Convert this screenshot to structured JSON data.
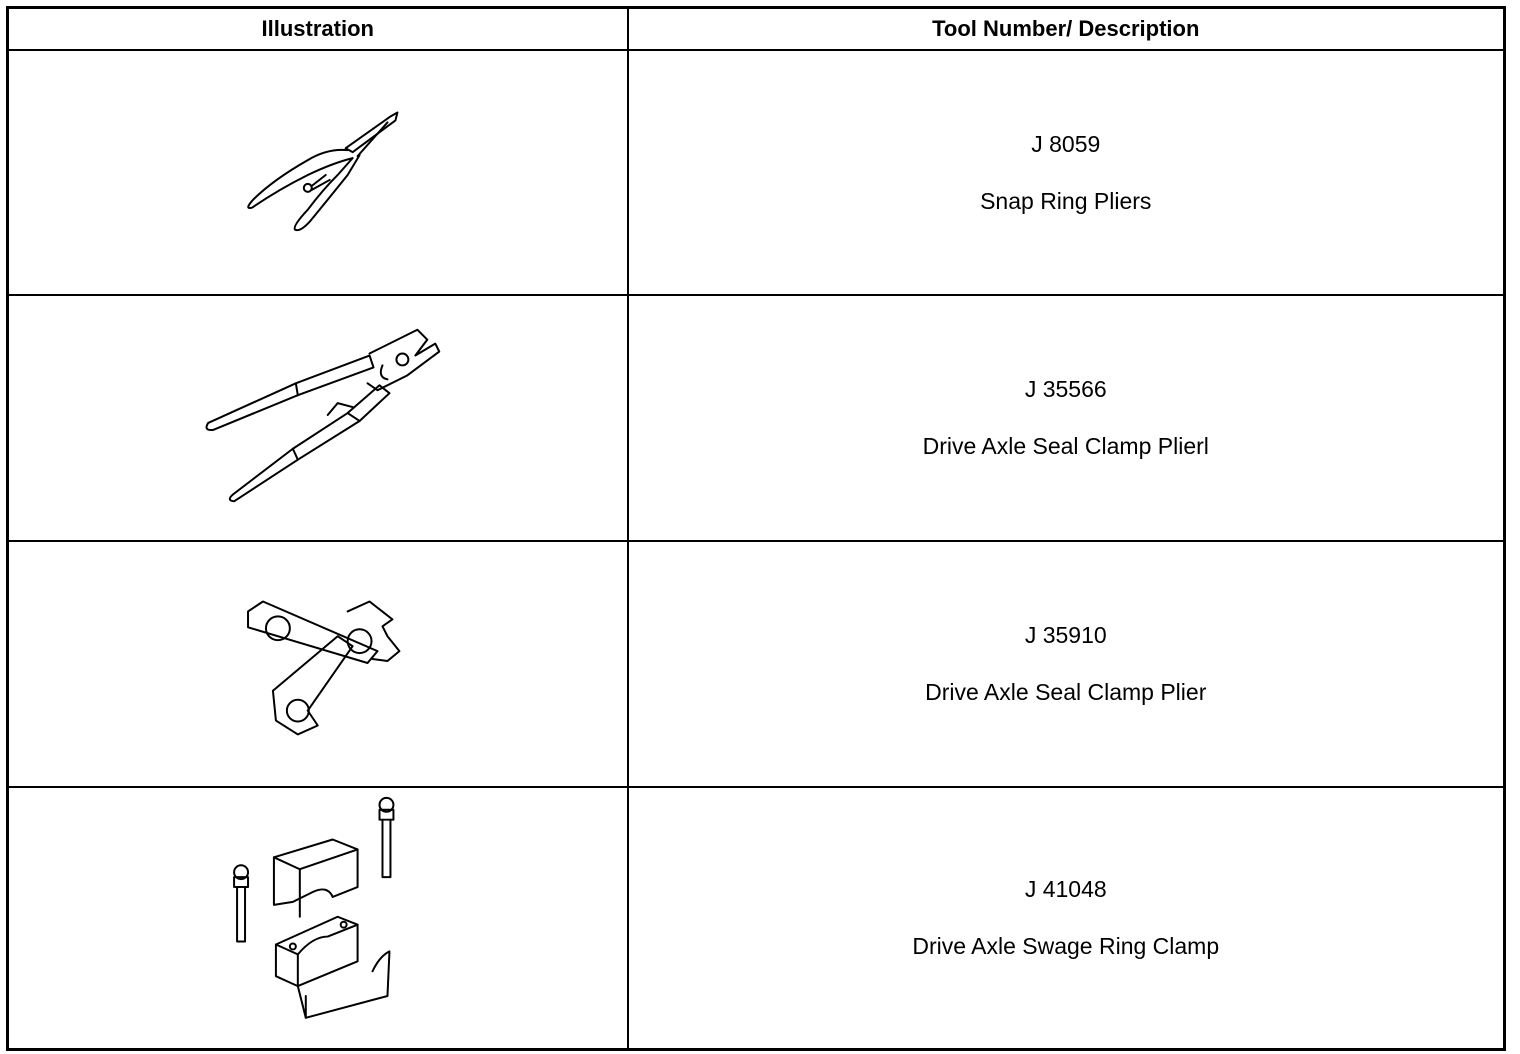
{
  "table": {
    "headers": {
      "illustration": "Illustration",
      "description": "Tool Number/ Description"
    },
    "rows": [
      {
        "tool_number": "J 8059",
        "description": "Snap Ring Pliers",
        "icon": "snap-ring-pliers-icon"
      },
      {
        "tool_number": "J 35566",
        "description": "Drive Axle Seal Clamp Plierl",
        "icon": "seal-clamp-plier-icon"
      },
      {
        "tool_number": "J 35910",
        "description": "Drive Axle Seal Clamp Plier",
        "icon": "seal-clamp-plier-short-icon"
      },
      {
        "tool_number": "J 41048",
        "description": "Drive Axle Swage Ring Clamp",
        "icon": "swage-ring-clamp-icon"
      }
    ]
  }
}
